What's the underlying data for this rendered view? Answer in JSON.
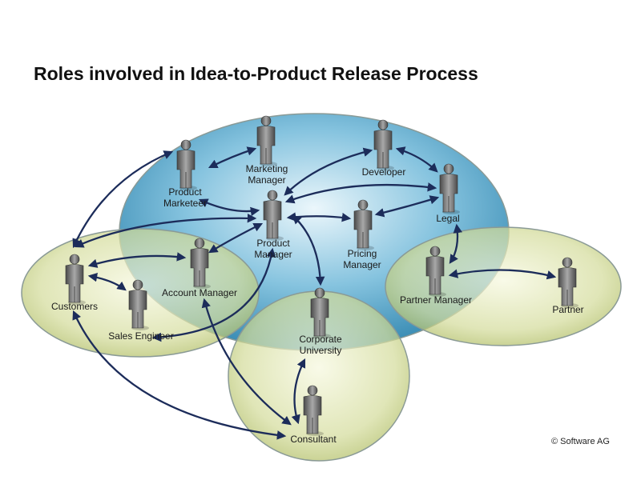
{
  "title": "Roles involved in Idea-to-Product Release Process",
  "copyright": "© Software AG",
  "colors": {
    "blue_group": "#4fa3c8",
    "green_group": "#c8d48a",
    "connector": "#1c2c5a",
    "person": "#6b6b6b"
  },
  "roles": [
    {
      "id": "marketing_manager",
      "lines": [
        "Marketing",
        "Manager"
      ]
    },
    {
      "id": "developer",
      "lines": [
        "Developer"
      ]
    },
    {
      "id": "product_marketeer",
      "lines": [
        "Product",
        "Marketeer"
      ]
    },
    {
      "id": "legal",
      "lines": [
        "Legal"
      ]
    },
    {
      "id": "product_manager",
      "lines": [
        "Product",
        "Manager"
      ]
    },
    {
      "id": "pricing_manager",
      "lines": [
        "Pricing",
        "Manager"
      ]
    },
    {
      "id": "customers",
      "lines": [
        "Customers"
      ]
    },
    {
      "id": "account_manager",
      "lines": [
        "Account Manager"
      ]
    },
    {
      "id": "sales_engineer",
      "lines": [
        "Sales Engineer"
      ]
    },
    {
      "id": "partner_manager",
      "lines": [
        "Partner Manager"
      ]
    },
    {
      "id": "partner",
      "lines": [
        "Partner"
      ]
    },
    {
      "id": "corporate_university",
      "lines": [
        "Corporate",
        "University"
      ]
    },
    {
      "id": "consultant",
      "lines": [
        "Consultant"
      ]
    }
  ]
}
